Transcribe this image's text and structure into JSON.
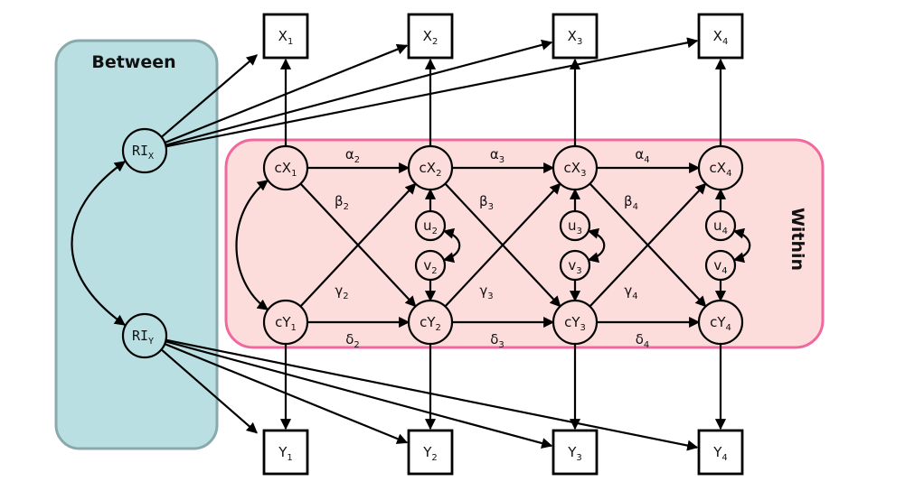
{
  "groups": {
    "between": {
      "title": "Between",
      "fill": "#b9dfe2",
      "stroke": "#8aa9ad"
    },
    "within": {
      "title": "Within",
      "fill": "#fddcdc",
      "stroke": "#f2679d"
    }
  },
  "random_intercepts": [
    {
      "id": "RIx",
      "base": "RI",
      "sub": "X"
    },
    {
      "id": "RIy",
      "base": "RI",
      "sub": "Y"
    }
  ],
  "observed_x": [
    {
      "base": "X",
      "sub": "1"
    },
    {
      "base": "X",
      "sub": "2"
    },
    {
      "base": "X",
      "sub": "3"
    },
    {
      "base": "X",
      "sub": "4"
    }
  ],
  "observed_y": [
    {
      "base": "Y",
      "sub": "1"
    },
    {
      "base": "Y",
      "sub": "2"
    },
    {
      "base": "Y",
      "sub": "3"
    },
    {
      "base": "Y",
      "sub": "4"
    }
  ],
  "latent_cx": [
    {
      "base": "cX",
      "sub": "1"
    },
    {
      "base": "cX",
      "sub": "2"
    },
    {
      "base": "cX",
      "sub": "3"
    },
    {
      "base": "cX",
      "sub": "4"
    }
  ],
  "latent_cy": [
    {
      "base": "cY",
      "sub": "1"
    },
    {
      "base": "cY",
      "sub": "2"
    },
    {
      "base": "cY",
      "sub": "3"
    },
    {
      "base": "cY",
      "sub": "4"
    }
  ],
  "residuals_u": [
    {
      "base": "u",
      "sub": "2"
    },
    {
      "base": "u",
      "sub": "3"
    },
    {
      "base": "u",
      "sub": "4"
    }
  ],
  "residuals_v": [
    {
      "base": "v",
      "sub": "2"
    },
    {
      "base": "v",
      "sub": "3"
    },
    {
      "base": "v",
      "sub": "4"
    }
  ],
  "paths": {
    "alpha": [
      {
        "base": "α",
        "sub": "2"
      },
      {
        "base": "α",
        "sub": "3"
      },
      {
        "base": "α",
        "sub": "4"
      }
    ],
    "beta": [
      {
        "base": "β",
        "sub": "2"
      },
      {
        "base": "β",
        "sub": "3"
      },
      {
        "base": "β",
        "sub": "4"
      }
    ],
    "gamma": [
      {
        "base": "γ",
        "sub": "2"
      },
      {
        "base": "γ",
        "sub": "3"
      },
      {
        "base": "γ",
        "sub": "4"
      }
    ],
    "delta": [
      {
        "base": "δ",
        "sub": "2"
      },
      {
        "base": "δ",
        "sub": "3"
      },
      {
        "base": "δ",
        "sub": "4"
      }
    ]
  }
}
